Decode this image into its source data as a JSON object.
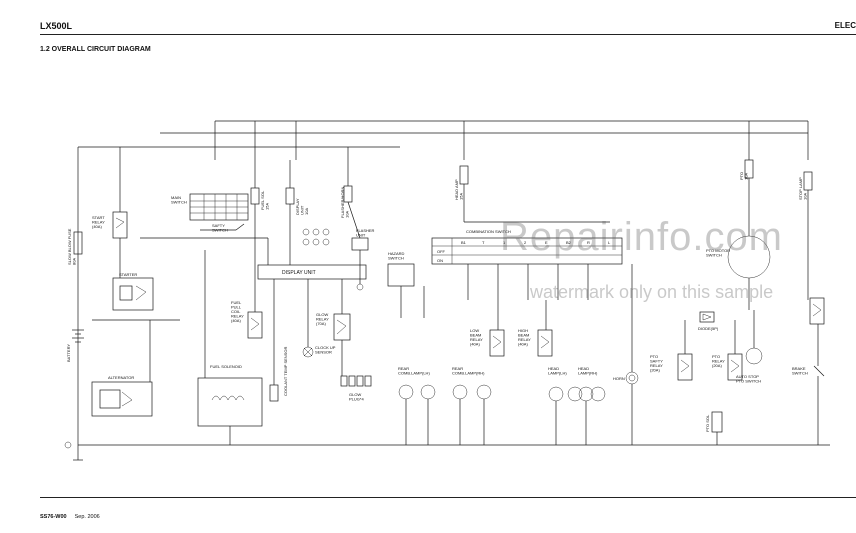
{
  "header": {
    "model": "LX500L",
    "right_label": "ELEC"
  },
  "section_title": "1.2 OVERALL CIRCUIT DIAGRAM",
  "footer": {
    "code": "SS76-W00",
    "date": "Sep. 2006"
  },
  "watermark": {
    "site": "Repairinfo.com",
    "note": "watermark only on this sample"
  },
  "components": {
    "slow_blow_fuse": "SLOW BLOW FUSE\n80A",
    "battery": "BATTERY",
    "start_relay": "START\nRELAY\n(40A)",
    "starter": "STARTER",
    "alternator": "ALTERNATOR",
    "main_switch": "MAIN\nSWITCH",
    "safety_switch": "SAFTY\nSWITCH",
    "fuel_sol_fuse": "FUEL SOL\n15A",
    "display_unit_fuse": "DISPLAY\nUNIT\n10A",
    "display_unit": "DISPLAY UNIT",
    "fuel_pull_coil_relay": "FUEL\nPULL\nCOIL\nRELAY\n(40A)",
    "fuel_solenoid": "FUEL SOLENOID",
    "coolant_temp_sensor": "COOLANT TEMP SENSOR",
    "glow_relay": "GLOW\nRELAY\n(70A)",
    "clock_up_sensor": "CLOCK UP\nSENSOR",
    "glow_plug": "GLOW\nPLUG*4",
    "flasher_horn_fuse": "FLASHER/HORN\n10A",
    "flasher_unit": "FLASHER\nUNIT",
    "hazard_switch": "HAZARD\nSWITCH",
    "head_amp_fuse": "HEAD AMP\n15A",
    "combination_switch": "COMBINATION SWITCH",
    "low_beam_relay": "LOW\nBEAM\nRELAY\n(40A)",
    "high_beam_relay": "HIGH\nBEAM\nRELAY\n(40A)",
    "rear_comb_lamp_lh": "REAR\nCOMB.LAMP(LH)",
    "rear_comb_lamp_rh": "REAR\nCOMB.LAMP(RH)",
    "head_lamp_lh": "HEAD\nLAMP(LH)",
    "head_lamp_rh": "HEAD\nLAMP(RH)",
    "horn": "HORN",
    "pto_fuse": "PTO\n10A",
    "pto_motor": "PTO MOTOR\nSWITCH",
    "diode": "DIODE(5P)",
    "pto_safety_relay": "PTO\nSAFTY\nRELAY\n(20A)",
    "pto_relay": "PTO\nRELAY\n(20A)",
    "auto_stop_pto_switch": "AUTO STOP\nPTO SWITCH",
    "pto_sol": "PTO SOL",
    "stop_lamp_fuse": "STOP LAMP\n10A",
    "brake_switch": "BRAKE\nSWITCH",
    "comb_off": "OFF",
    "comb_on": "ON"
  },
  "comb_switch_terminals": [
    "B1",
    "T",
    "1",
    "2",
    "E",
    "B2",
    "R",
    "L"
  ]
}
